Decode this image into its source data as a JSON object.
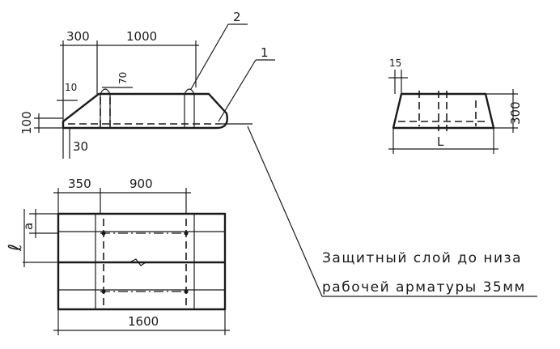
{
  "colors": {
    "ink": "#1a1a1a",
    "paper": "#ffffff"
  },
  "side_view": {
    "dim_top_left": "300",
    "dim_top_main": "1000",
    "dim_10": "10",
    "dim_70": "70",
    "dim_100": "100",
    "dim_30": "30",
    "leader_2": "2",
    "leader_1": "1"
  },
  "section_view": {
    "dim_15": "15",
    "dim_300": "300",
    "dim_L": "L"
  },
  "plan_view": {
    "dim_350": "350",
    "dim_900": "900",
    "dim_a": "a",
    "dim_l": "ℓ",
    "dim_1600": "1600"
  },
  "note": {
    "line1": "Защитный слой до низа",
    "line2": "рабочей арматуры 35мм"
  }
}
